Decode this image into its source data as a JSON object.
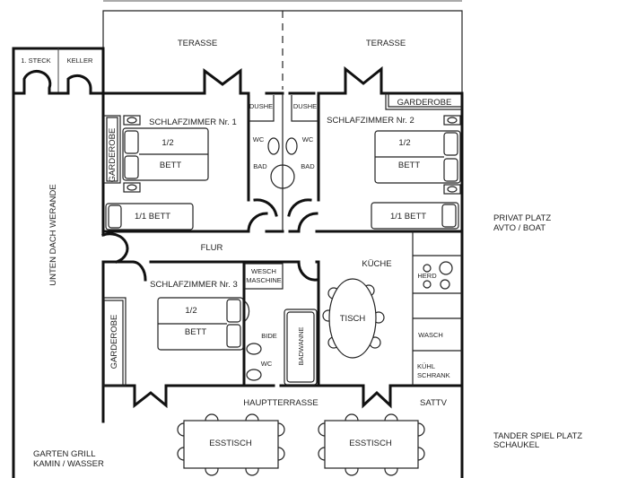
{
  "plan": {
    "rooms": {
      "terasse_left": "TERASSE",
      "terasse_right": "TERASSE",
      "steck": "1. STECK",
      "keller": "KELLER",
      "werande": "UNTEN DACH WERANDE",
      "schlafzimmer1": "SCHLAFZIMMER Nr. 1",
      "schlafzimmer2": "SCHLAFZIMMER Nr. 2",
      "schlafzimmer3": "SCHLAFZIMMER Nr. 3",
      "flur": "FLUR",
      "kueche": "KÜCHE",
      "hauptterrasse": "HAUPTTERRASSE",
      "sattv": "SATTV"
    },
    "furniture": {
      "garderobe_1": "GARDEROBE",
      "garderobe_2": "GARDEROBE",
      "garderobe_3": "GARDEROBE",
      "bed_half_1": "1/2",
      "bed_bett_1": "BETT",
      "bed_single_1": "1/1 BETT",
      "bed_half_2": "1/2",
      "bed_bett_2": "BETT",
      "bed_single_2": "1/1 BETT",
      "bed_half_3": "1/2",
      "bed_bett_3": "BETT",
      "dushe_left": "DUSHE",
      "dushe_right": "DUSHE",
      "wc_left": "WC",
      "wc_right": "WC",
      "bad_left": "BAD",
      "bad_right": "BAD",
      "wesch": "WESCH",
      "maschine": "MASCHINE",
      "bide": "BIDE",
      "wc_3": "WC",
      "badwanne": "BADWANNE",
      "tisch": "TISCH",
      "herd": "HERD",
      "wasch": "WASCH",
      "kuehl": "KÜHL",
      "schrank": "SCHRANK",
      "esstisch_left": "ESSTISCH",
      "esstisch_right": "ESSTISCH"
    },
    "outside": {
      "privat_line1": "PRIVAT PLATZ",
      "privat_line2": "AVTO / BOAT",
      "spiel_line1": "TANDER SPIEL PLATZ",
      "spiel_line2": "SCHAUKEL",
      "grill_line1": "GARTEN GRILL",
      "grill_line2": "KAMIN / WASSER"
    }
  }
}
